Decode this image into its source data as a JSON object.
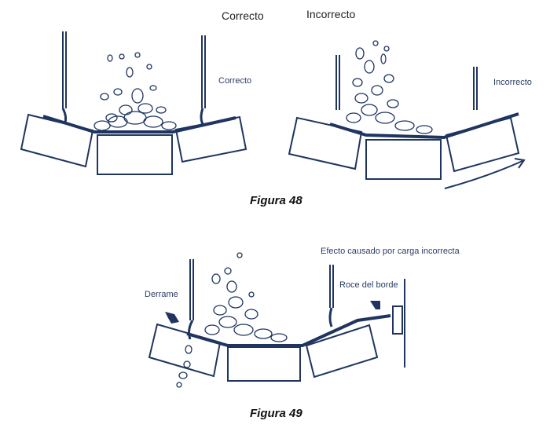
{
  "figure48": {
    "heading_correct": "Correcto",
    "heading_incorrect": "Incorrecto",
    "label_correct": "Correcto",
    "label_incorrect": "Incorrecto",
    "caption": "Figura 48"
  },
  "figure49": {
    "effect_label": "Efecto causado por carga incorrecta",
    "spill_label": "Derrame",
    "edge_rub_label": "Roce del borde",
    "caption": "Figura 49"
  },
  "colors": {
    "ink": "#1f3560",
    "text": "#222222"
  }
}
